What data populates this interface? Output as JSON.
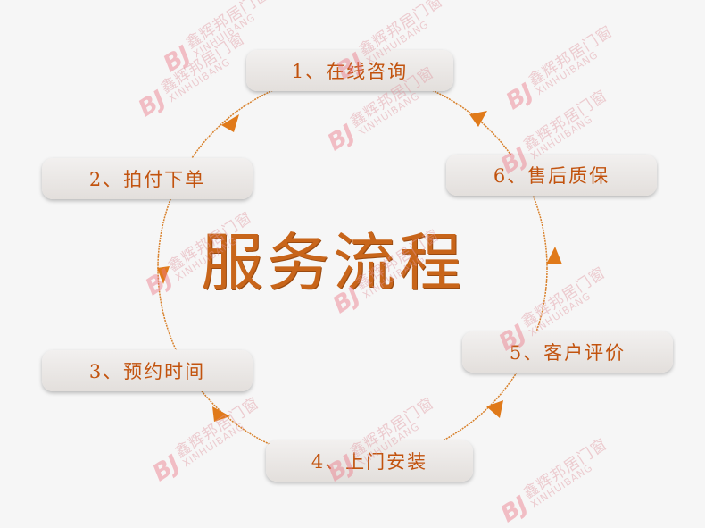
{
  "diagram": {
    "title": "服务流程",
    "steps": [
      {
        "label": "1、在线咨询"
      },
      {
        "label": "2、拍付下单"
      },
      {
        "label": "3、预约时间"
      },
      {
        "label": "4、上门安装"
      },
      {
        "label": "5、客户评价"
      },
      {
        "label": "6、售后质保"
      }
    ]
  },
  "watermark": {
    "logo": "BJ",
    "brand": "鑫辉邦居门窗",
    "brand_en": "XINHUIBANG"
  },
  "colors": {
    "accent": "#c2530e",
    "circle": "#d8802a",
    "arrow": "#e07a1a"
  }
}
